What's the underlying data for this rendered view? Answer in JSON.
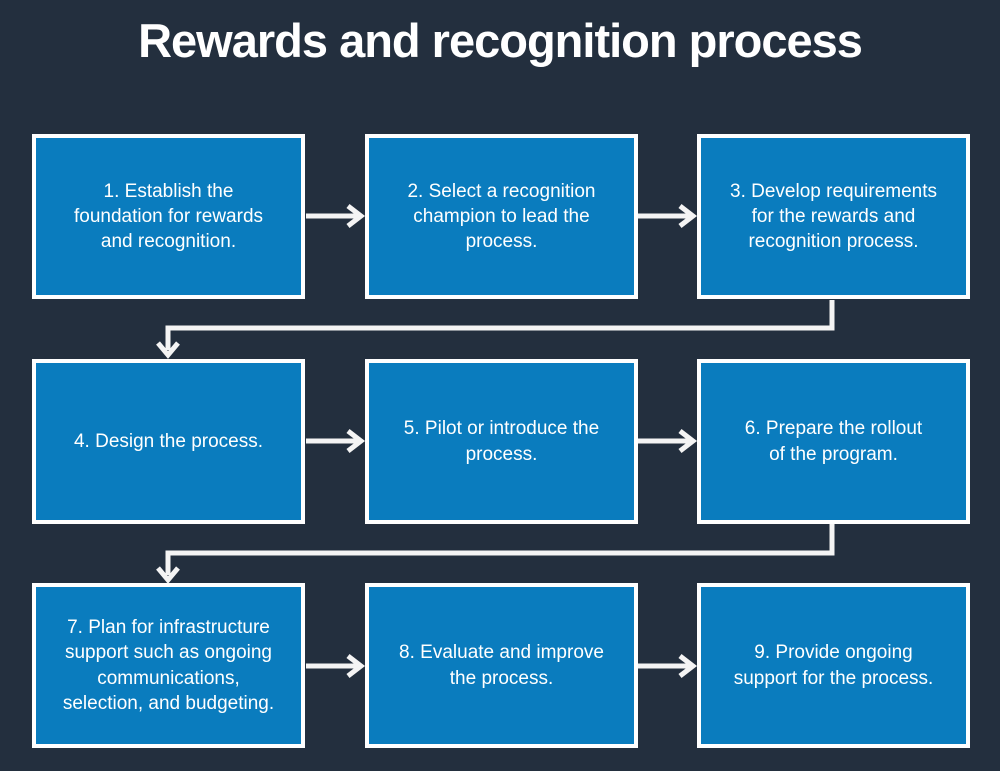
{
  "title": "Rewards and recognition process",
  "colors": {
    "background": "#232f3e",
    "box_fill": "#0a7cbe",
    "box_border": "#ffffff",
    "text": "#ffffff",
    "connector": "#f4f4f4"
  },
  "steps": [
    {
      "id": 1,
      "label": "1. Establish the\nfoundation for rewards\nand recognition."
    },
    {
      "id": 2,
      "label": "2. Select a recognition\nchampion to lead the\nprocess."
    },
    {
      "id": 3,
      "label": "3. Develop requirements\nfor the rewards and\nrecognition process."
    },
    {
      "id": 4,
      "label": "4. Design the process."
    },
    {
      "id": 5,
      "label": "5. Pilot or introduce the\nprocess."
    },
    {
      "id": 6,
      "label": "6. Prepare the rollout\nof the program."
    },
    {
      "id": 7,
      "label": "7. Plan for infrastructure\nsupport such as ongoing\ncommunications,\nselection, and budgeting."
    },
    {
      "id": 8,
      "label": "8. Evaluate and improve\nthe process."
    },
    {
      "id": 9,
      "label": "9. Provide ongoing\nsupport for the process."
    }
  ],
  "flow": {
    "sequence": [
      1,
      2,
      3,
      4,
      5,
      6,
      7,
      8,
      9
    ],
    "row_wrap_connectors": [
      "step-3-to-step-4",
      "step-6-to-step-7"
    ]
  }
}
